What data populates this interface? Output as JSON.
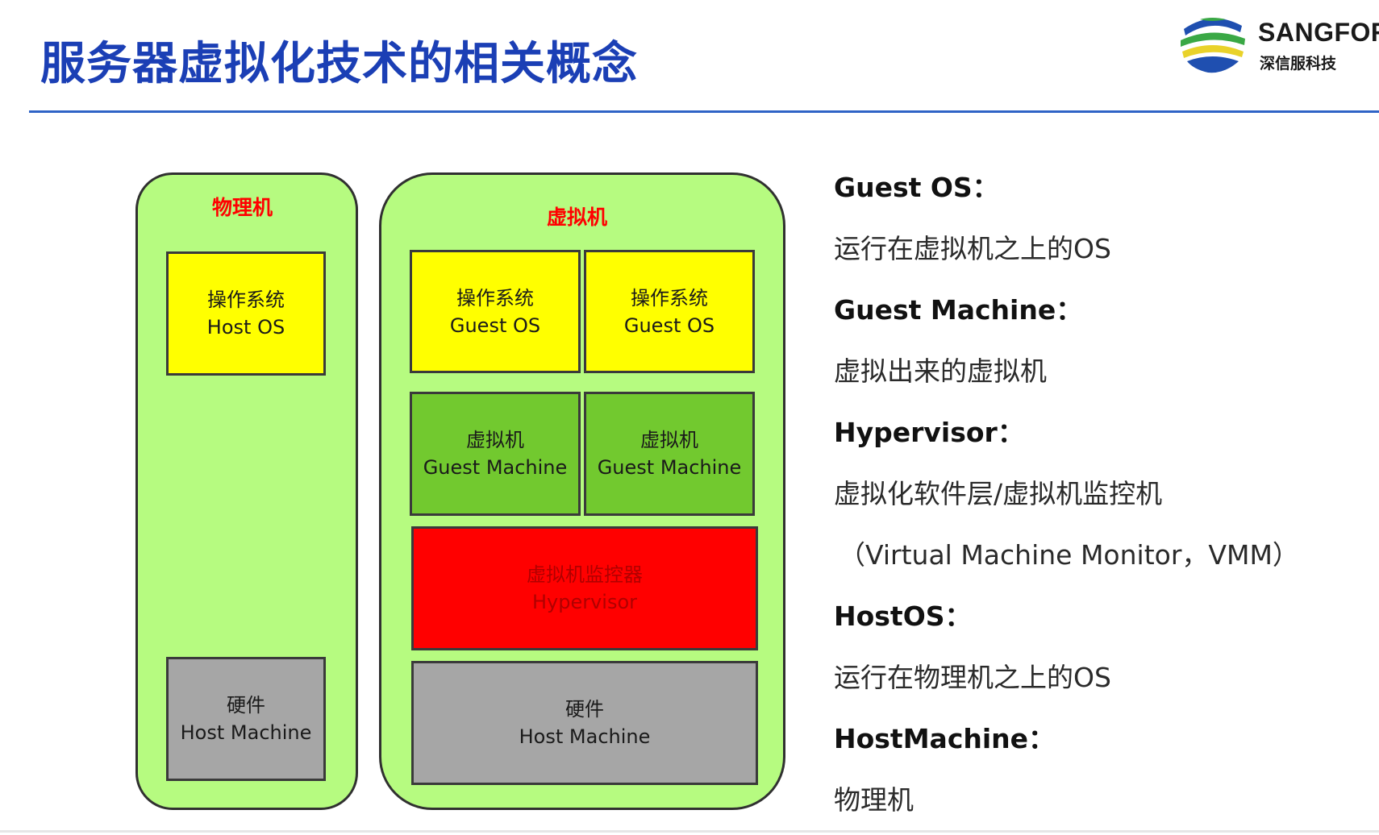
{
  "header": {
    "title": "服务器虚拟化技术的相关概念",
    "logo": {
      "brand": "SANGFOR",
      "brand_cn": "深信服科技",
      "icon": "sangfor-logo-icon",
      "colors": {
        "blue": "#1f4fb0",
        "green": "#3aa845",
        "yellow": "#e9d22a"
      }
    }
  },
  "diagram": {
    "physical": {
      "title": "物理机",
      "os": {
        "line1": "操作系统",
        "line2": "Host OS"
      },
      "hardware": {
        "line1": "硬件",
        "line2": "Host Machine"
      }
    },
    "virtual": {
      "title": "虚拟机",
      "guest_os": [
        {
          "line1": "操作系统",
          "line2": "Guest OS"
        },
        {
          "line1": "操作系统",
          "line2": "Guest OS"
        }
      ],
      "guest_machines": [
        {
          "line1": "虚拟机",
          "line2": "Guest Machine"
        },
        {
          "line1": "虚拟机",
          "line2": "Guest Machine"
        }
      ],
      "hypervisor": {
        "line1": "虚拟机监控器",
        "line2": "Hypervisor"
      },
      "hardware": {
        "line1": "硬件",
        "line2": "Host Machine"
      }
    },
    "colors": {
      "panel": "#b6fb80",
      "os": "#ffff00",
      "guest_machine": "#72c92f",
      "hypervisor": "#ff0000",
      "hardware": "#a6a6a6",
      "panel_title": "#ff0000"
    }
  },
  "definitions": [
    {
      "term": "Guest OS：",
      "desc": "运行在虚拟机之上的OS"
    },
    {
      "term": "Guest Machine：",
      "desc": "虚拟出来的虚拟机"
    },
    {
      "term": "Hypervisor：",
      "desc": "虚拟化软件层/虚拟机监控机",
      "desc2": "（Virtual Machine Monitor，VMM）"
    },
    {
      "term": "HostOS：",
      "desc": "运行在物理机之上的OS"
    },
    {
      "term": "HostMachine：",
      "desc": "物理机"
    }
  ]
}
